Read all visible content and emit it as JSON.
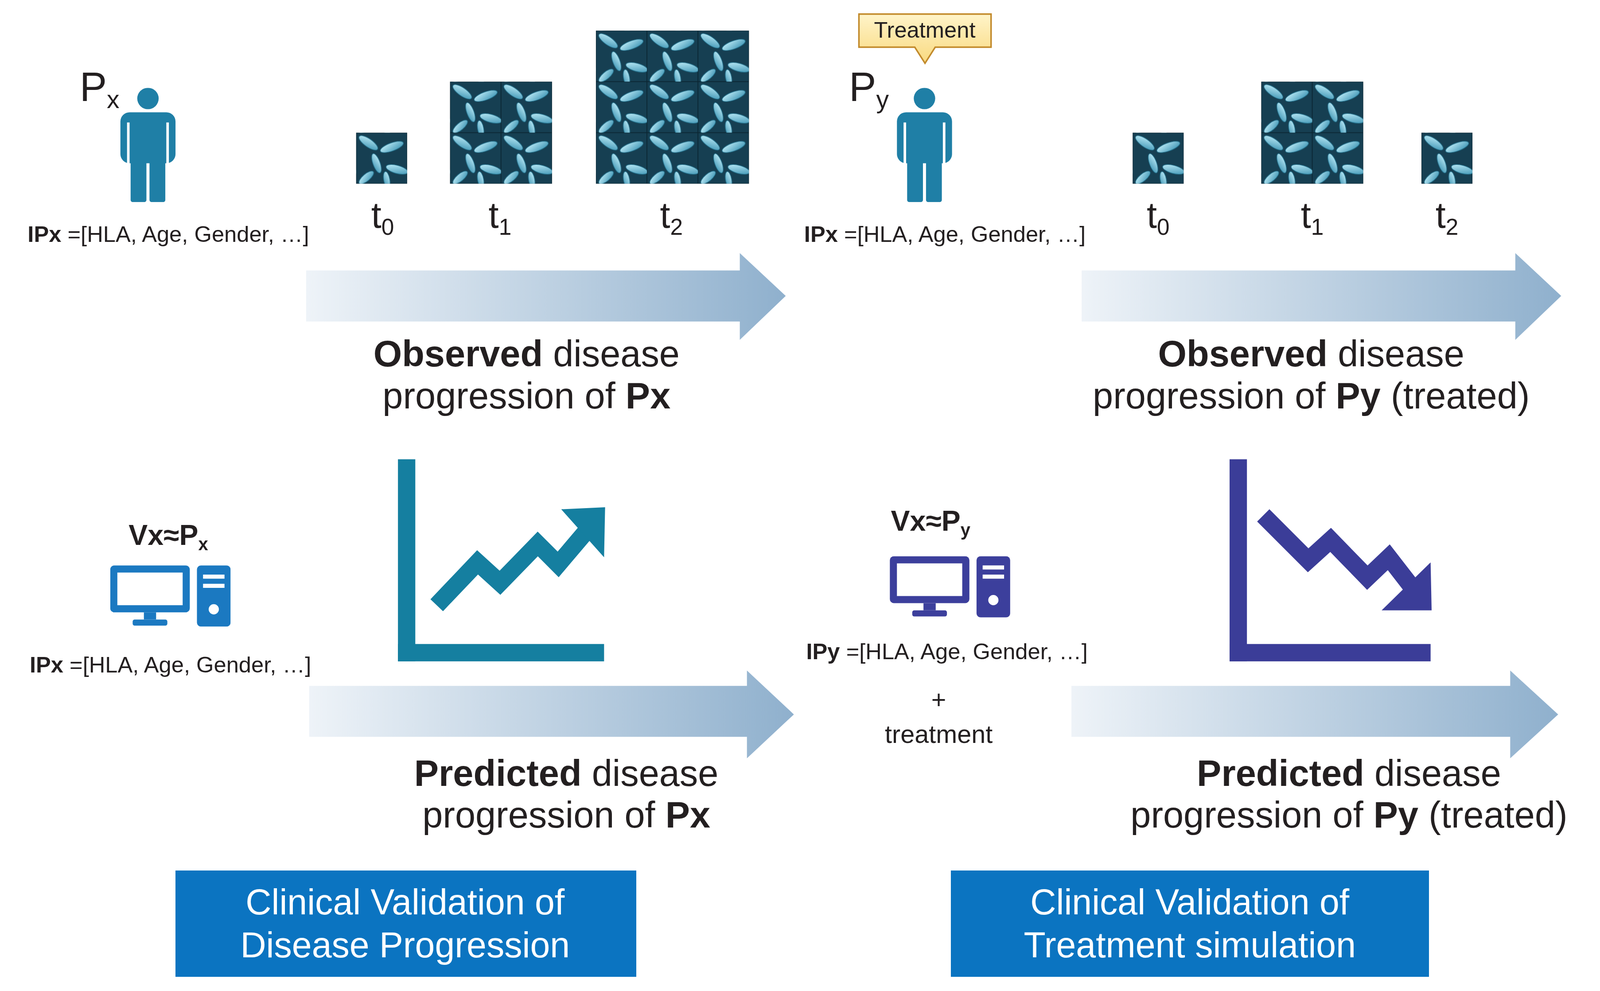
{
  "diagram": {
    "nodes": [
      {
        "text": [
          "Treatment"
        ]
      },
      {
        "text": [
          "Clinical Validation of Disease Progression"
        ]
      },
      {
        "text": [
          "Clinical Validation of Treatment simulation"
        ]
      }
    ],
    "labels": [
      "Px",
      "IPx =[HLA, Age, Gender, …]",
      "t0",
      "t1",
      "t2",
      "Observed disease progression of Px",
      "Py",
      "IPx =[HLA, Age, Gender, …]",
      "t0",
      "t1",
      "t2",
      "Observed disease progression of Py (treated)",
      "Vx≈Px",
      "IPx =[HLA, Age, Gender, …]",
      "Predicted disease progression of Px",
      "Vx≈Py",
      "IPy =[HLA, Age, Gender, …]",
      "+",
      "treatment",
      "Predicted disease progression of Py (treated)"
    ]
  }
}
